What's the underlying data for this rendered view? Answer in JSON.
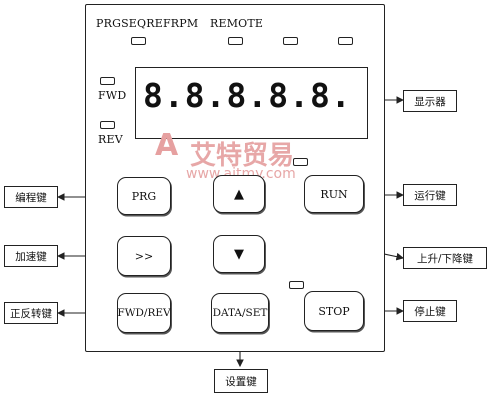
{
  "indicators": {
    "top": [
      "PRGSEQREFRPM",
      "REMOTE"
    ],
    "fwd": "FWD",
    "rev": "REV"
  },
  "display": {
    "digits": "8.8.8.8.8."
  },
  "keys": {
    "prg": "PRG",
    "up": "▲",
    "run": "RUN",
    "shift": ">>",
    "down": "▼",
    "fwd_rev": "FWD/REV",
    "data_set": "DATA/SET",
    "stop": "STOP"
  },
  "callouts": {
    "display": "显示器",
    "program_key": "编程键",
    "run_key": "运行键",
    "accelerate_key": "加速键",
    "up_down_key": "上升/下降键",
    "fwd_rev_key": "正反转键",
    "stop_key": "停止键",
    "set_key": "设置键"
  },
  "watermark": {
    "brand": "艾特贸易",
    "url": "www.aitmy.com"
  },
  "colors": {
    "line": "#222222",
    "watermark": "#e7a7a7"
  },
  "icons": [
    "arrow-up-icon",
    "arrow-down-icon"
  ]
}
